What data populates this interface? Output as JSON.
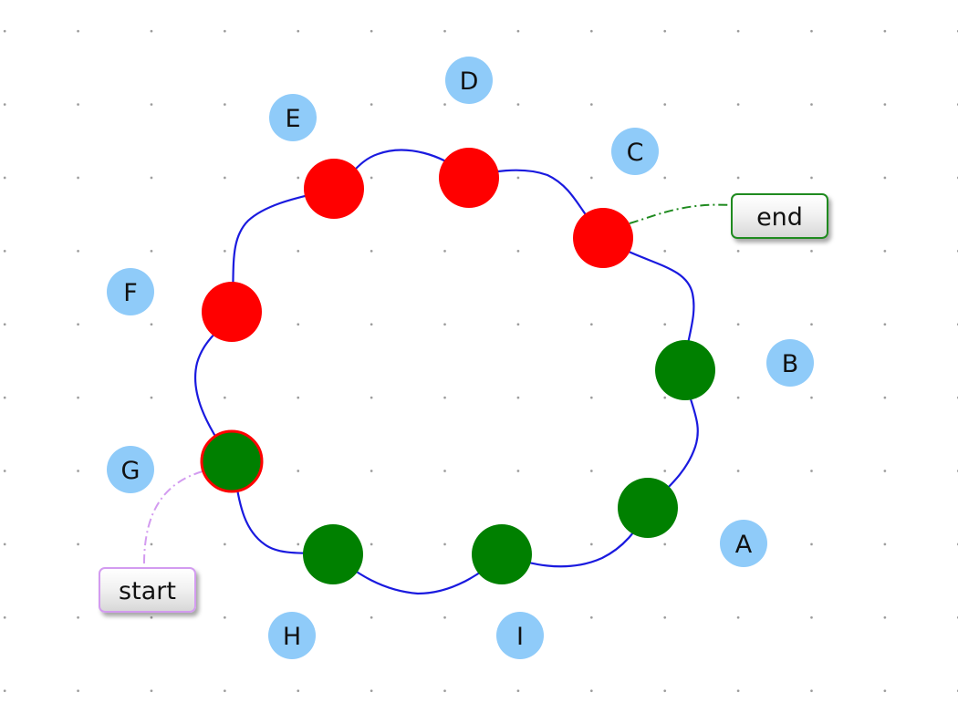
{
  "diagram": {
    "colors": {
      "ring": "#1a1adf",
      "visited": "#008000",
      "unvisited": "#ff0000",
      "label_bg": "#8fcbf9",
      "end_link": "#1f8a1f",
      "start_link": "#d39bf0"
    },
    "labels": [
      "A",
      "B",
      "C",
      "D",
      "E",
      "F",
      "G",
      "H",
      "I"
    ],
    "nodes": [
      {
        "label": "A",
        "state": "visited"
      },
      {
        "label": "B",
        "state": "visited"
      },
      {
        "label": "C",
        "state": "unvisited"
      },
      {
        "label": "D",
        "state": "unvisited"
      },
      {
        "label": "E",
        "state": "unvisited"
      },
      {
        "label": "F",
        "state": "unvisited"
      },
      {
        "label": "G",
        "state": "visited",
        "highlight": true
      },
      {
        "label": "H",
        "state": "visited"
      },
      {
        "label": "I",
        "state": "visited"
      }
    ],
    "end_label": "end",
    "start_label": "start"
  }
}
